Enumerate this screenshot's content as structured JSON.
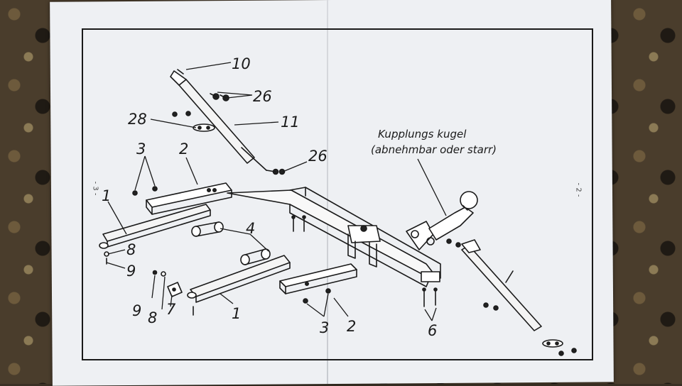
{
  "page_numbers": {
    "left": "- 3 -",
    "right": "- 2 -"
  },
  "callout": {
    "line1": "Kupplungs kugel",
    "line2": "(abnehmbar oder starr)"
  },
  "labels": {
    "n10": "10",
    "n26a": "26",
    "n28": "28",
    "n11": "11",
    "n26b": "26",
    "n3a": "3",
    "n2a": "2",
    "n1a": "1",
    "n4": "4",
    "n8a": "8",
    "n9a": "9",
    "n9b": "9",
    "n8b": "8",
    "n7": "7",
    "n1b": "1",
    "n3b": "3",
    "n2b": "2",
    "n6": "6"
  }
}
